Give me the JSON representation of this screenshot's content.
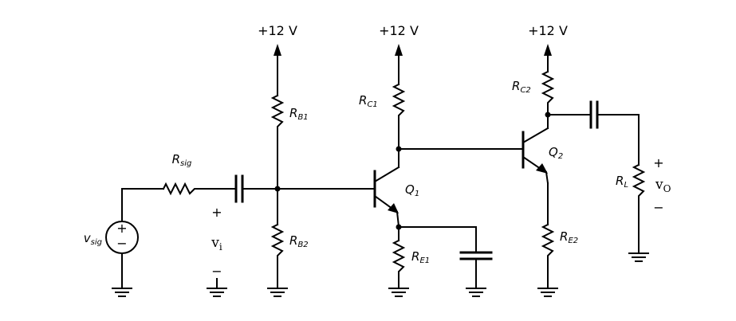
{
  "supplies": [
    {
      "label": "+12 V"
    },
    {
      "label": "+12 V"
    },
    {
      "label": "+12 V"
    }
  ],
  "resistors": {
    "rsig": {
      "main": "R",
      "sub": "sig"
    },
    "rb1": {
      "main": "R",
      "sub": "B1"
    },
    "rb2": {
      "main": "R",
      "sub": "B2"
    },
    "rc1": {
      "main": "R",
      "sub": "C1"
    },
    "re1": {
      "main": "R",
      "sub": "E1"
    },
    "rc2": {
      "main": "R",
      "sub": "C2"
    },
    "re2": {
      "main": "R",
      "sub": "E2"
    },
    "rl": {
      "main": "R",
      "sub": "L"
    }
  },
  "transistors": {
    "q1": {
      "main": "Q",
      "sub": "1"
    },
    "q2": {
      "main": "Q",
      "sub": "2"
    }
  },
  "source": {
    "main": "v",
    "sub": "sig",
    "plus": "+",
    "minus": "−"
  },
  "vi": {
    "main": "v",
    "sub": "i",
    "plus": "+",
    "minus": "−"
  },
  "vo": {
    "main": "v",
    "sub": "O",
    "plus": "+",
    "minus": "−"
  }
}
